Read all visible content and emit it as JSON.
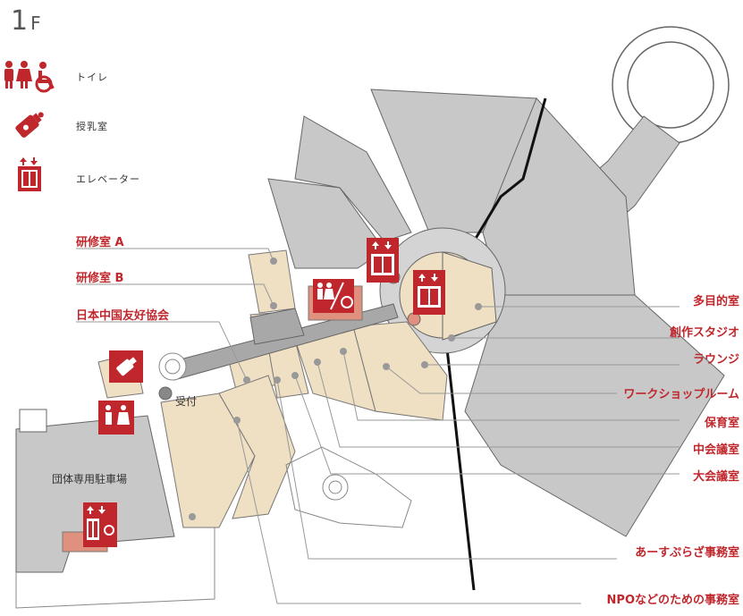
{
  "floor": {
    "number": "1",
    "suffix": "F"
  },
  "legend": [
    {
      "icon": "toilet-icon",
      "label": "トイレ"
    },
    {
      "icon": "nursing-room-icon",
      "label": "授乳室"
    },
    {
      "icon": "elevator-icon",
      "label": "エレベーター"
    }
  ],
  "left_labels": {
    "kenshu_a": "研修室 A",
    "kenshu_b": "研修室 B",
    "nicchu": "日本中国友好協会"
  },
  "right_labels": [
    "多目的室",
    "創作スタジオ",
    "ラウンジ",
    "ワークショップルーム",
    "保育室",
    "中会議室",
    "大会議室",
    "あーすぷらざ事務室",
    "NPOなどのための事務室"
  ],
  "map_text": {
    "reception": "受付",
    "parking": "団体専用駐車場"
  },
  "colors": {
    "accent": "#c0272d",
    "room_beige": "#efdfc3",
    "gray_area": "#c8c8c8",
    "pink_room": "#e0907e"
  }
}
